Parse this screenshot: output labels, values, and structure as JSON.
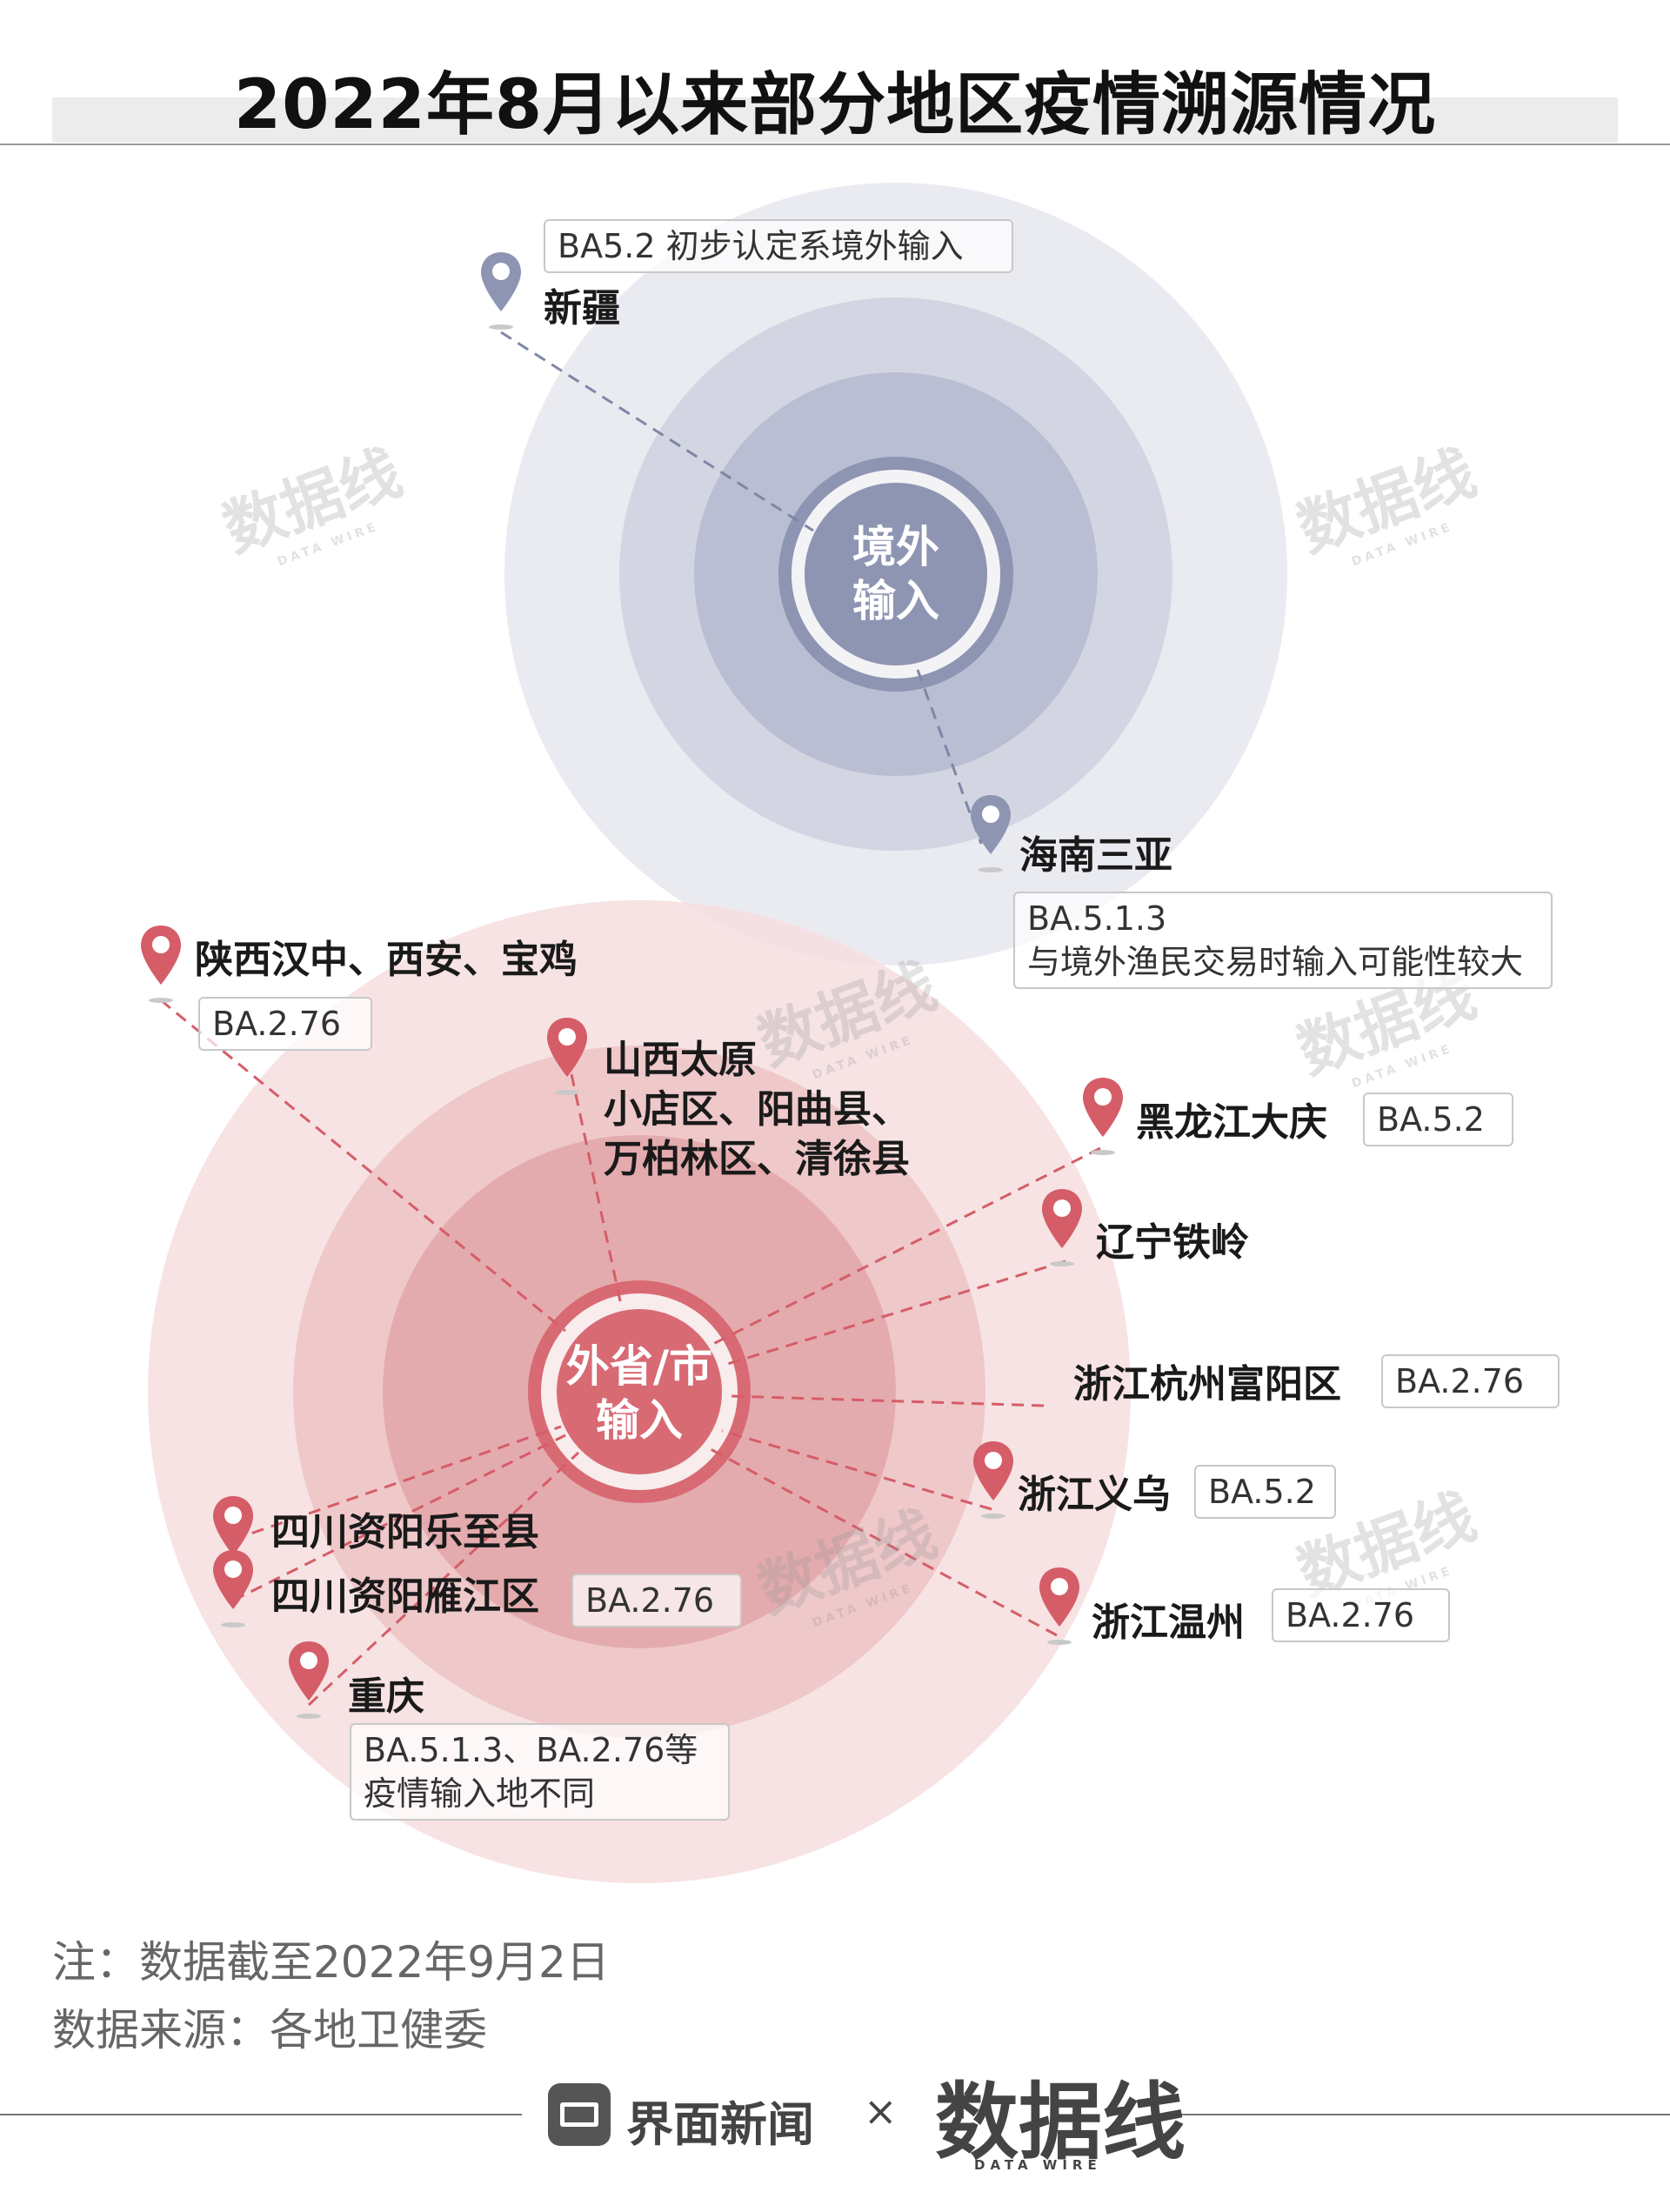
{
  "title": "2022年8月以来部分地区疫情溯源情况",
  "colors": {
    "foreign": "#8e95b3",
    "domestic": "#d86a74",
    "watermark": "#aaaaaa"
  },
  "hubs": {
    "foreign": "境外\n输入",
    "domestic": "外省/市\n输入"
  },
  "places": {
    "xinjiang": "新疆",
    "hainan_sanya": "海南三亚",
    "shaanxi": "陕西汉中、西安、宝鸡",
    "shanxi": "山西太原\n小店区、阳曲县、\n万柏林区、清徐县",
    "heilongjiang": "黑龙江大庆",
    "liaoning": "辽宁铁岭",
    "zhejiang_hangzhou": "浙江杭州富阳区",
    "zhejiang_yiwu": "浙江义乌",
    "zhejiang_wenzhou": "浙江温州",
    "sichuan_lezhi": "四川资阳乐至县",
    "sichuan_yanjiang": "四川资阳雁江区",
    "chongqing": "重庆"
  },
  "tags": {
    "xinjiang": "BA5.2  初步认定系境外输入",
    "hainan_sanya": "BA.5.1.3\n与境外渔民交易时输入可能性较大",
    "shaanxi": "BA.2.76",
    "heilongjiang": "BA.5.2",
    "zhejiang_hangzhou": "BA.2.76",
    "zhejiang_yiwu": "BA.5.2",
    "zhejiang_wenzhou": "BA.2.76",
    "sichuan_yanjiang": "BA.2.76",
    "chongqing": "BA.5.1.3、BA.2.76等\n疫情输入地不同"
  },
  "watermark": {
    "logo": "数据线",
    "sub": "DATA WIRE"
  },
  "notes": {
    "note": "注：数据截至2022年9月2日",
    "source": "数据来源：各地卫健委"
  },
  "footer": {
    "jiemian": "界面新闻",
    "times": "×",
    "datawire": "数据线",
    "datawire_sub": "DATA WIRE"
  }
}
